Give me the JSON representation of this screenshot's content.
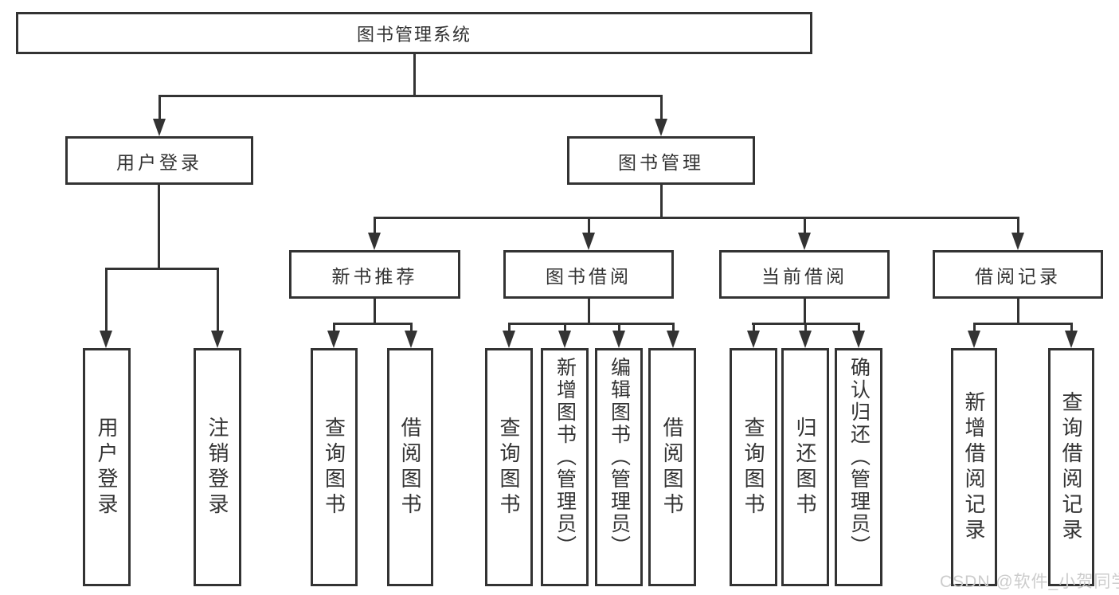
{
  "diagram": {
    "root": {
      "label": "图书管理系统"
    },
    "branches": [
      {
        "label": "用户登录",
        "children": [
          {
            "label": "用户登录"
          },
          {
            "label": "注销登录"
          }
        ]
      },
      {
        "label": "图书管理",
        "children": [
          {
            "label": "新书推荐",
            "children": [
              {
                "label": "查询图书"
              },
              {
                "label": "借阅图书"
              }
            ]
          },
          {
            "label": "图书借阅",
            "children": [
              {
                "label": "查询图书"
              },
              {
                "label": "新增图书（管理员）"
              },
              {
                "label": "编辑图书（管理员）"
              },
              {
                "label": "借阅图书"
              }
            ]
          },
          {
            "label": "当前借阅",
            "children": [
              {
                "label": "查询图书"
              },
              {
                "label": "归还图书"
              },
              {
                "label": "确认归还（管理员）"
              }
            ]
          },
          {
            "label": "借阅记录",
            "children": [
              {
                "label": "新增借阅记录"
              },
              {
                "label": "查询借阅记录"
              }
            ]
          }
        ]
      }
    ]
  },
  "watermark": {
    "text": "CSDN @软件_小贺同学"
  },
  "colors": {
    "line": "#333333",
    "box_border": "#333333",
    "text": "#333333",
    "background": "#ffffff",
    "watermark": "#cccccc"
  }
}
